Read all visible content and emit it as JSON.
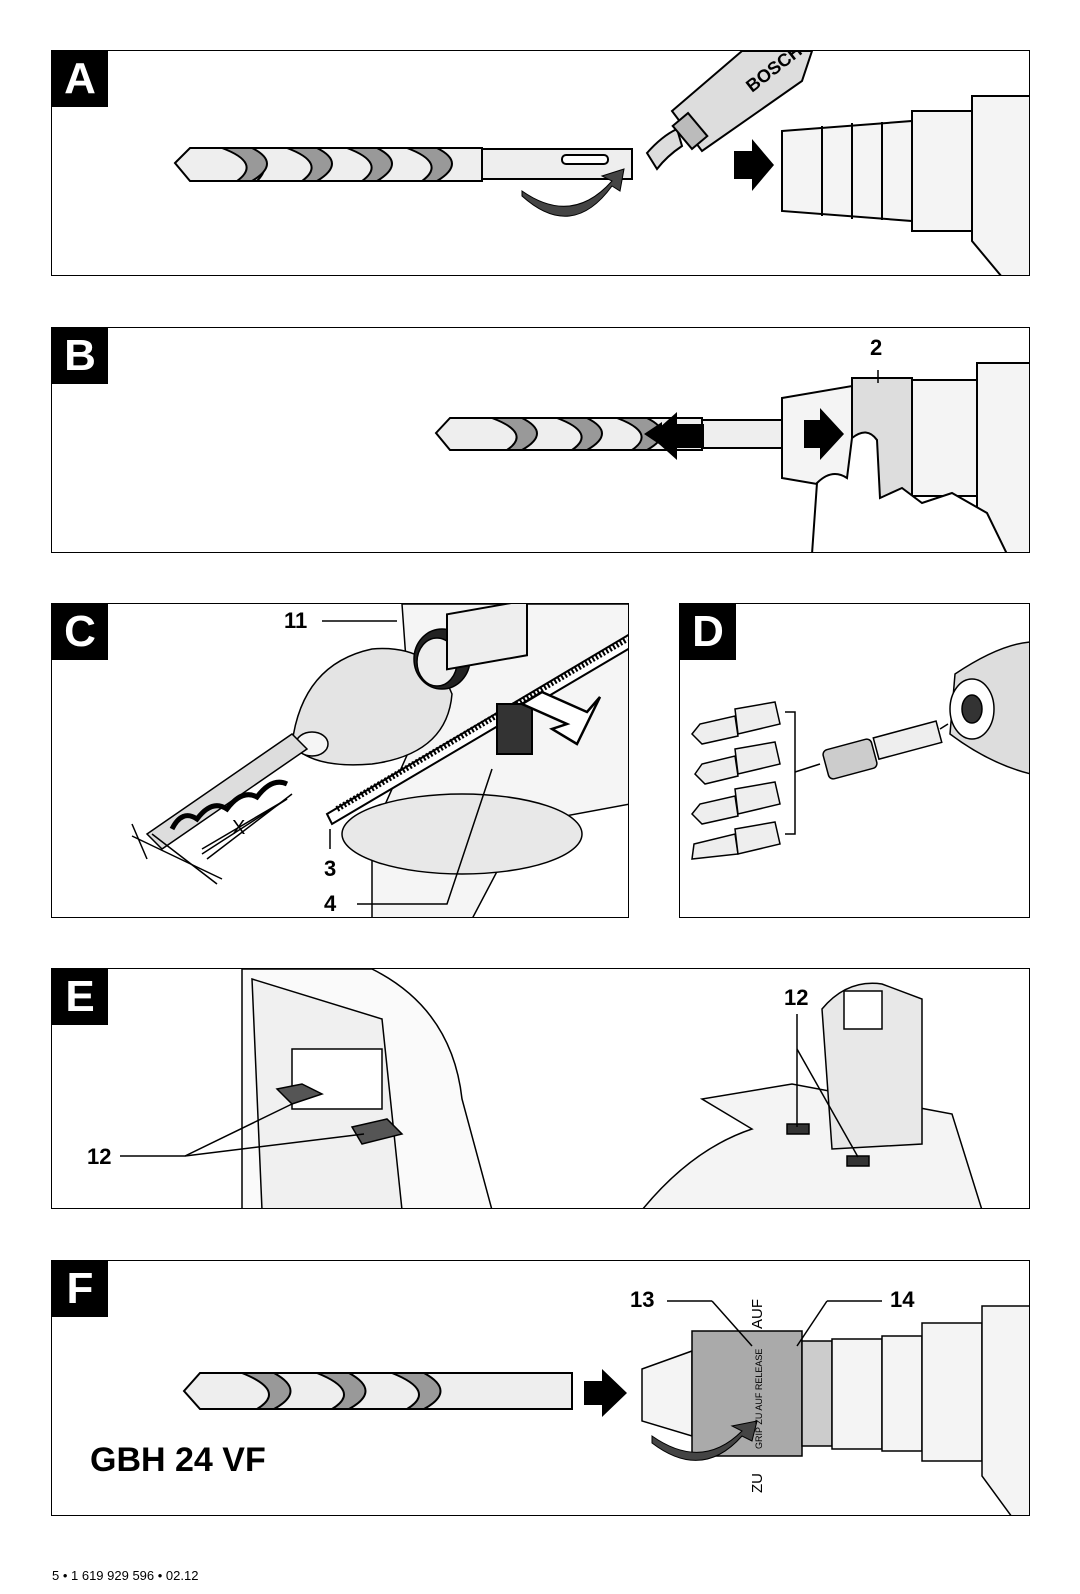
{
  "panels": {
    "A": {
      "letter": "A",
      "brand": "BOSCH"
    },
    "B": {
      "letter": "B",
      "callout_2": "2"
    },
    "C": {
      "letter": "C",
      "callout_11": "11",
      "callout_3": "3",
      "callout_4": "4",
      "x_label": "X"
    },
    "D": {
      "letter": "D"
    },
    "E": {
      "letter": "E",
      "callout_12_left": "12",
      "callout_12_right": "12"
    },
    "F": {
      "letter": "F",
      "callout_13": "13",
      "callout_14": "14",
      "model": "GBH 24 VF",
      "chuck_up": "AUF",
      "chuck_down": "ZU",
      "chuck_ring": "GRIP ZU AUF RELEASE"
    }
  },
  "footer": "5 • 1 619 929 596 • 02.12"
}
